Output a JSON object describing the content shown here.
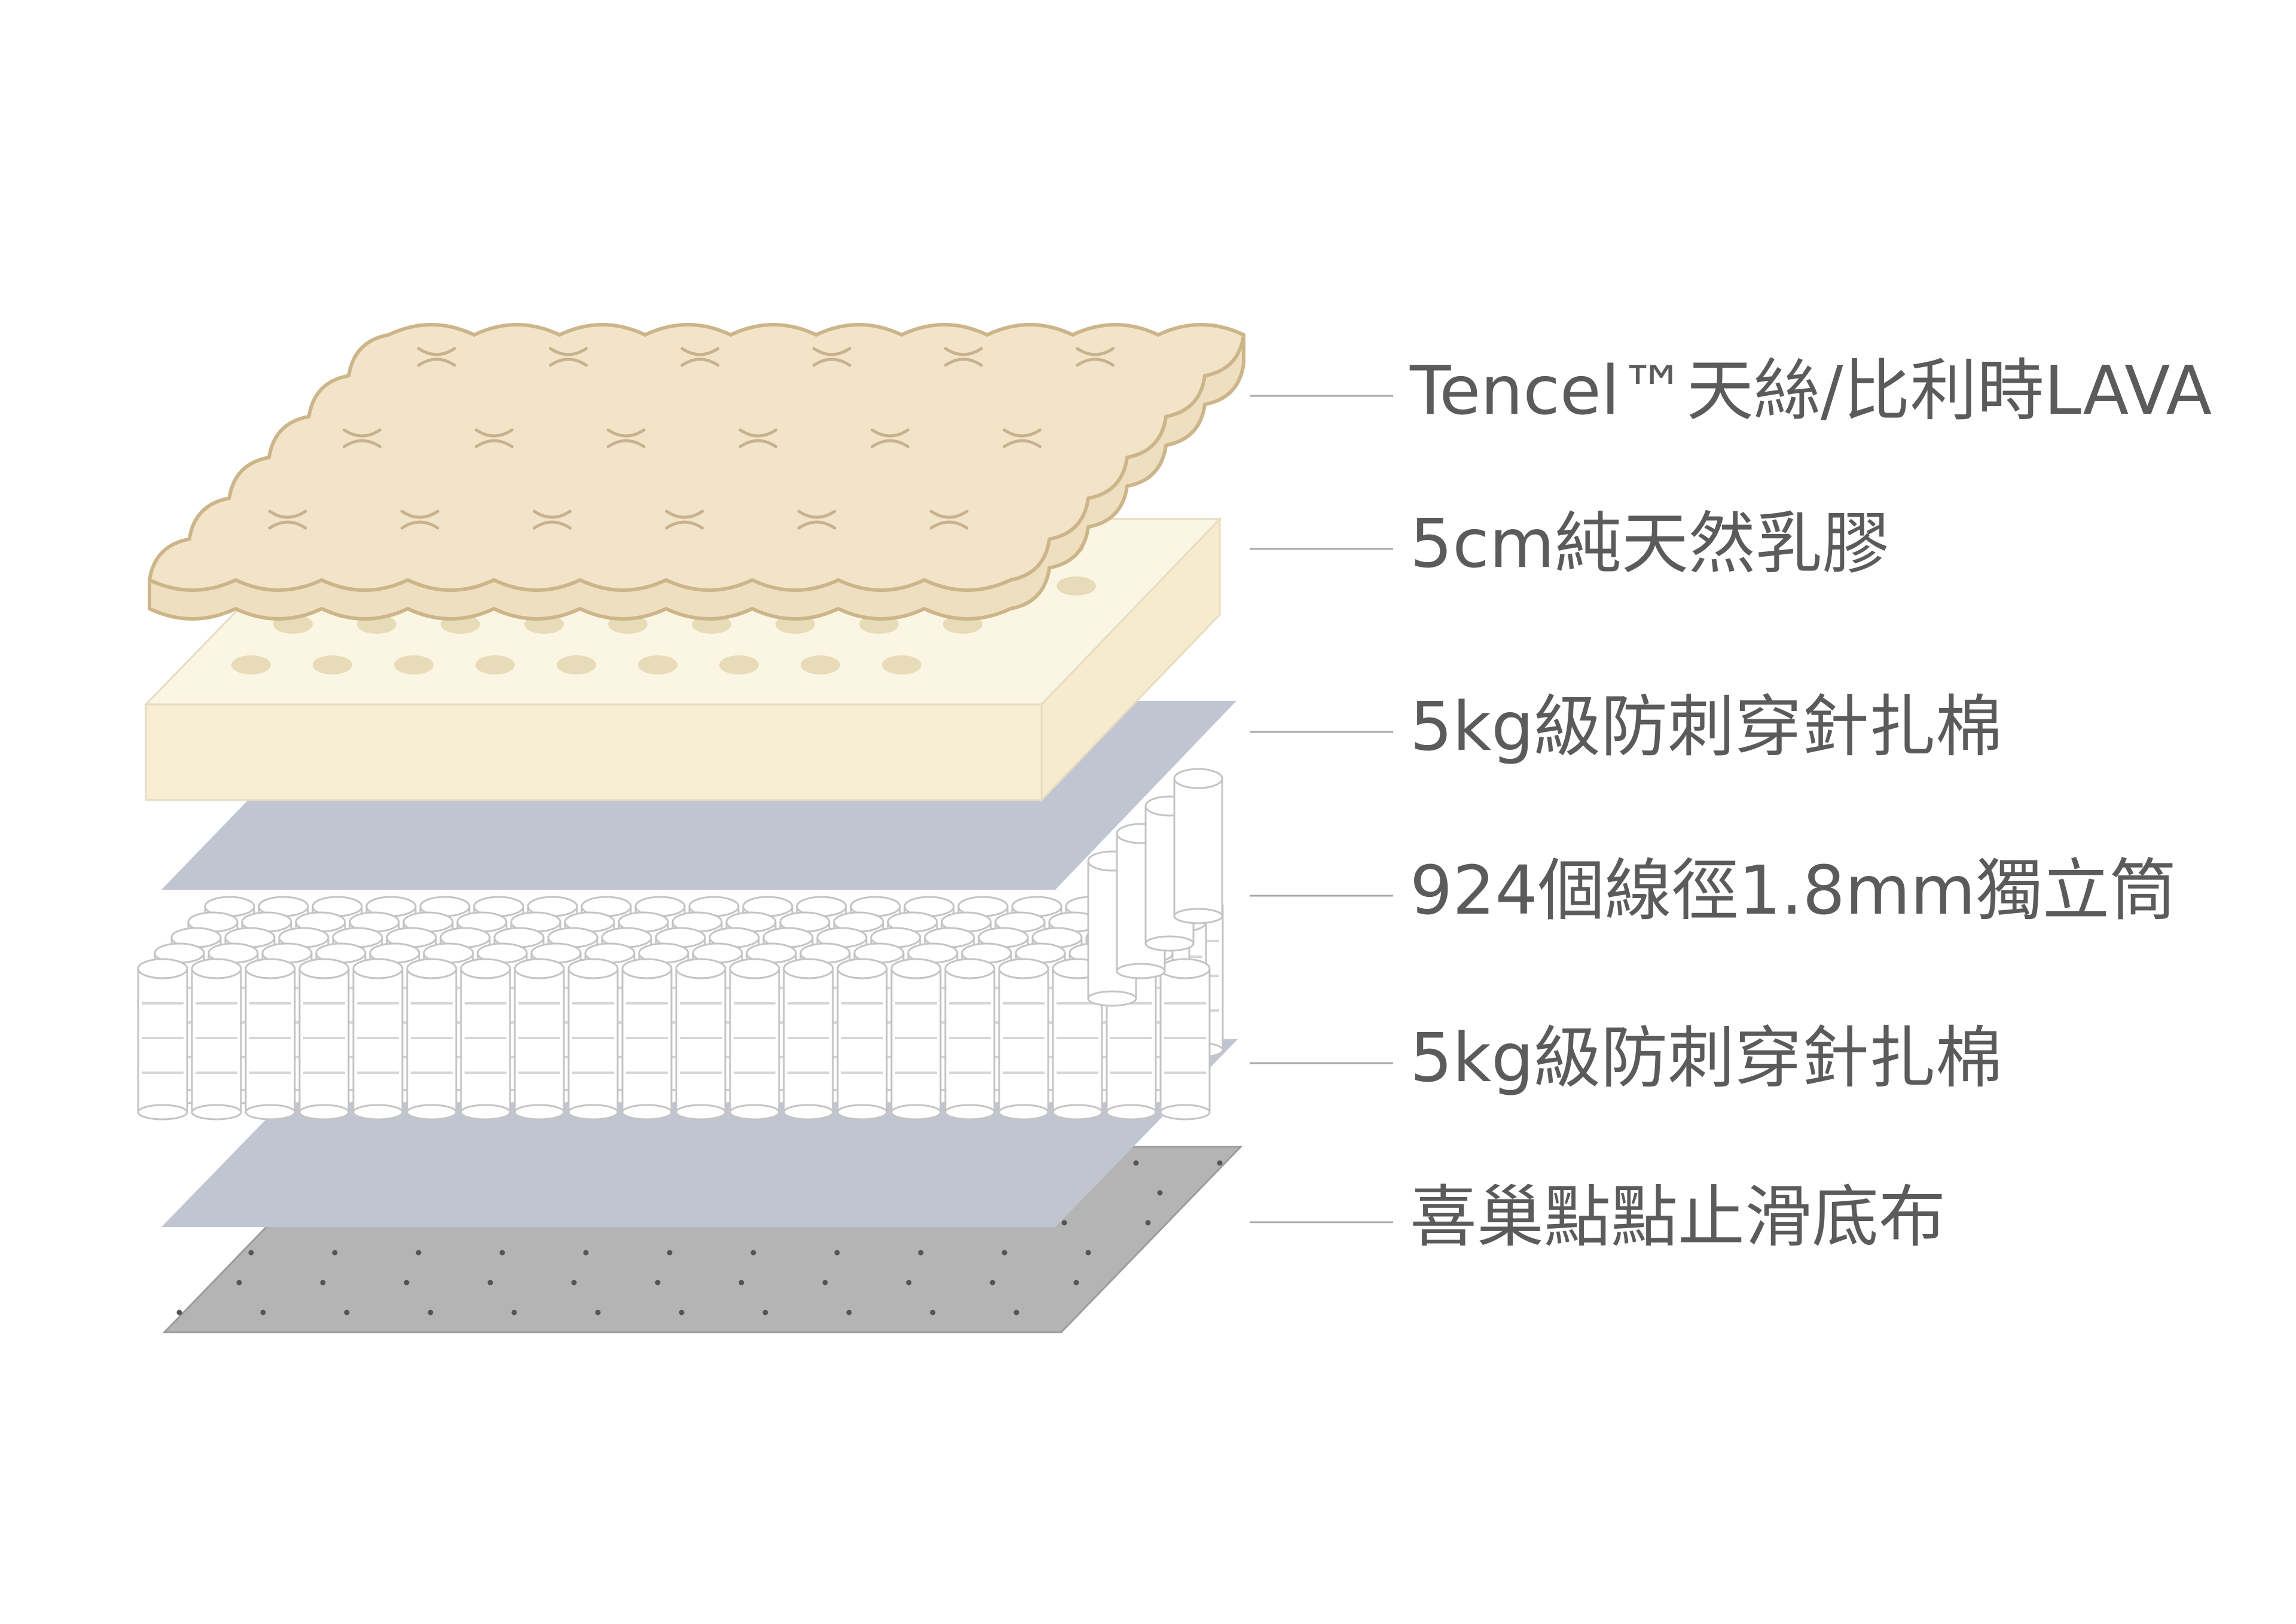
{
  "layers": [
    {
      "label": "Tencel™天絲/比利時LAVA"
    },
    {
      "label": "5cm純天然乳膠"
    },
    {
      "label": "5kg級防刺穿針扎棉"
    },
    {
      "label": "924個線徑1.8mm獨立筒"
    },
    {
      "label": "5kg級防刺穿針扎棉"
    },
    {
      "label": "喜巢點點止滑底布"
    }
  ],
  "colors": {
    "text": "#5b5b5b",
    "leader_line": "#a8a8a8",
    "quilted_top": "#f2e4c9",
    "quilted_outline": "#cdb58a",
    "latex_top": "#fbf5e4",
    "latex_front": "#f8eed3",
    "latex_hole": "#e8dcb8",
    "felt_pad": "#c1c5d2",
    "spring": "#ffffff",
    "spring_outline": "#c4c4c4",
    "base_fabric": "#b4b4b4",
    "base_dot": "#555555"
  },
  "icons": {
    "quilted_top": "quilted-pillow-top-icon",
    "latex": "latex-foam-block-icon",
    "felt": "felt-pad-sheet-icon",
    "springs": "pocket-spring-array-icon",
    "base": "anti-slip-dotted-base-icon"
  }
}
